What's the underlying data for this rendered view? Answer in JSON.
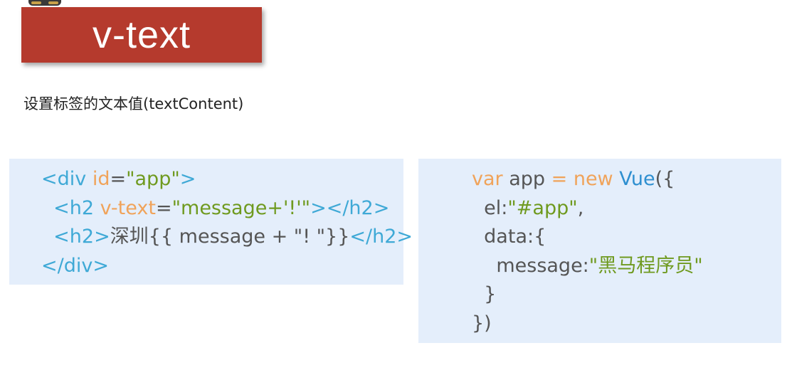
{
  "title": "v-text",
  "description": "设置标签的文本值(textContent)",
  "code_left": {
    "line1": {
      "open": "<div ",
      "attr": "id",
      "eq": "=",
      "val": "\"app\"",
      "close": ">"
    },
    "line2": {
      "open": "<h2 ",
      "attr": "v-text",
      "eq": "=",
      "val": "\"message+'!'\"",
      "close": "></h2>"
    },
    "line3": {
      "open": "<h2>",
      "text": "深圳{{ message + \"! \"}}",
      "close": "</h2>"
    },
    "line4": {
      "tag": "</div>"
    }
  },
  "code_right": {
    "line1": {
      "kw1": "var",
      "name": " app ",
      "op": "=",
      "kw2": " new ",
      "cls": "Vue",
      "rest": "({"
    },
    "line2": {
      "key": "el:",
      "val": "\"#app\"",
      "rest": ","
    },
    "line3": {
      "text": "data:{"
    },
    "line4": {
      "key": "message:",
      "val": "\"黑马程序员\""
    },
    "line5": {
      "text": "}"
    },
    "line6": {
      "text": "})"
    }
  }
}
